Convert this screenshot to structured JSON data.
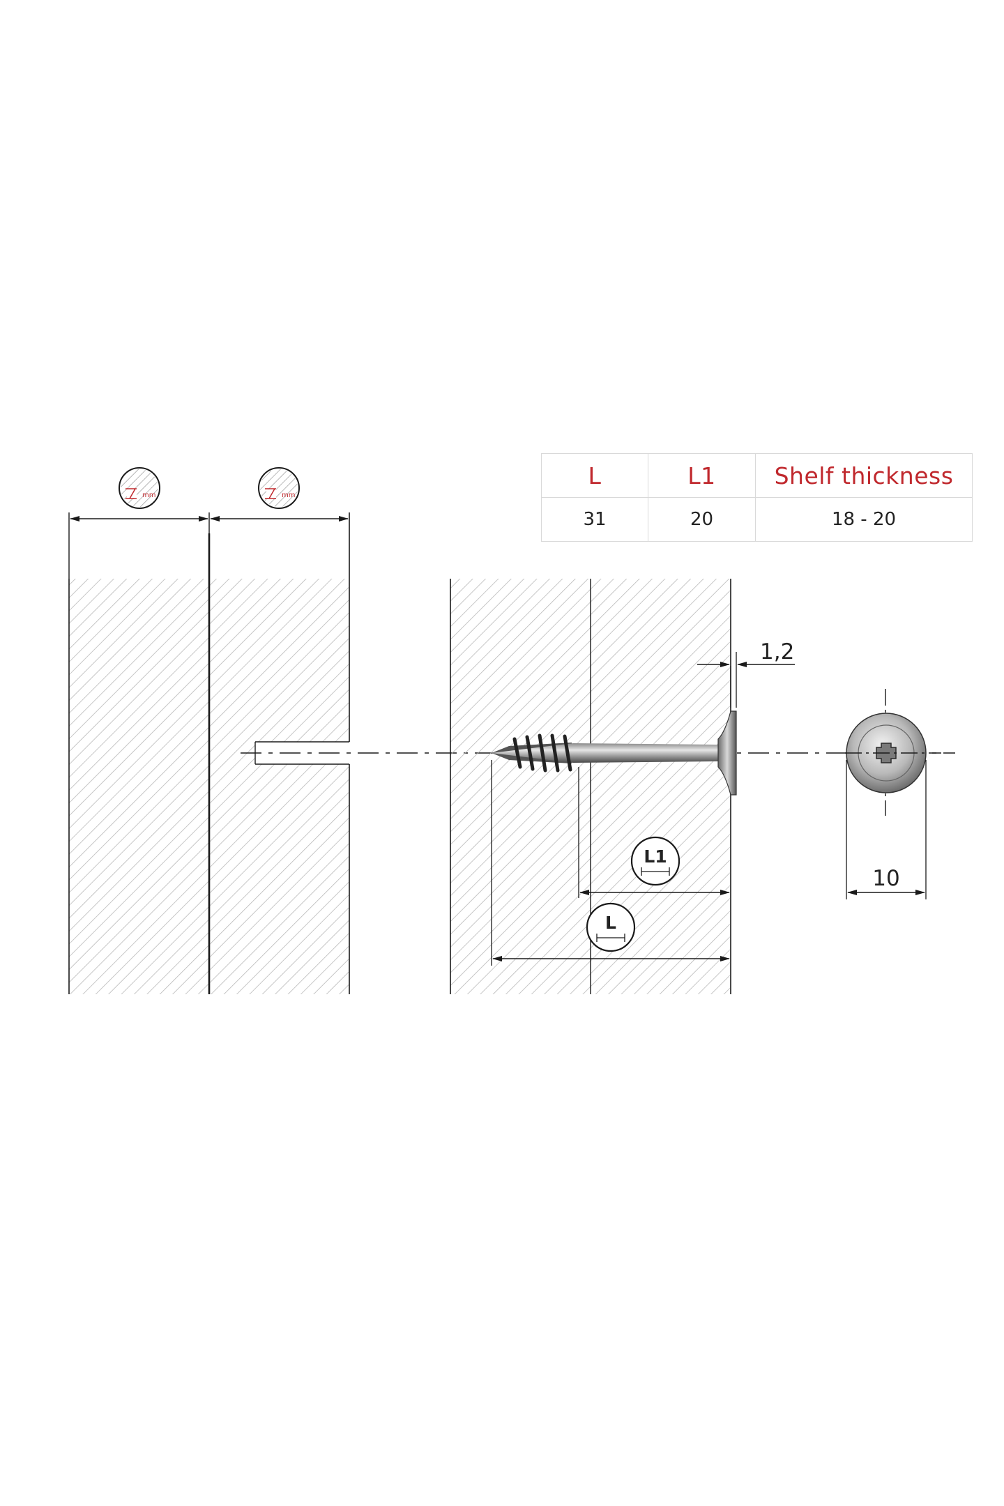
{
  "table": {
    "headers": [
      "L",
      "L1",
      "Shelf thickness"
    ],
    "rows": [
      [
        "31",
        "20",
        "18 - 20"
      ]
    ]
  },
  "dimensions": {
    "head_thickness": "1,2",
    "head_diameter": "10",
    "callout_L1": "L1",
    "callout_L": "L",
    "unit_symbol": "mm"
  },
  "colors": {
    "header_red": "#c0282d",
    "hatch": "#b8b8b8",
    "line": "#1a1a1a",
    "table_border": "#d9d9d9"
  }
}
